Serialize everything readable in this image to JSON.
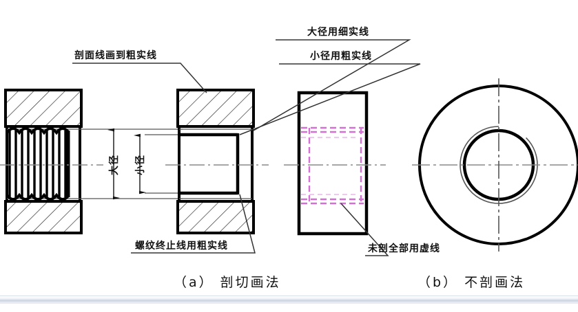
{
  "figure": {
    "title_notes": {
      "note_section_hatch": "剖面线画到粗实线",
      "note_major_dia": "大径用细实线",
      "note_minor_dia": "小径用粗实线",
      "note_thread_end": "螺纹终止线用粗实线",
      "note_hidden_dashed": "未剖全部用虚线"
    },
    "captions": {
      "left": "（a）  剖切画法",
      "right": "（b）  不剖画法"
    },
    "dimensions": {
      "major": "大径",
      "minor": "小径"
    },
    "colors": {
      "outline": "#000000",
      "thin_line": "#555555",
      "center_line": "#808080",
      "hidden_line": "#d46fd4",
      "hidden_line_light": "#e8b6e8",
      "background": "#ffffff",
      "bottom_bar": "#c9d3e0"
    }
  }
}
